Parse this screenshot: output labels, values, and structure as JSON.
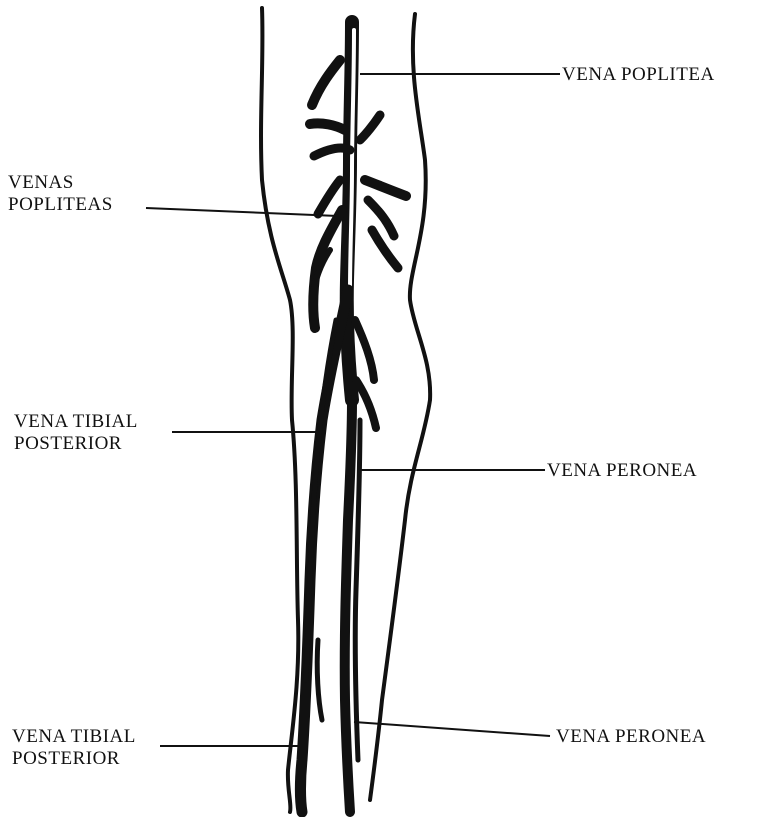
{
  "labels": {
    "vena_poplitea": "VENA POPLITEA",
    "venas_popliteas": [
      "VENAS",
      "POPLITEAS"
    ],
    "tibial_posterior_upper": [
      "VENA TIBIAL",
      "POSTERIOR"
    ],
    "peronea_upper": "VENA PERONEA",
    "tibial_posterior_lower": [
      "VENA TIBIAL",
      "POSTERIOR"
    ],
    "peronea_lower": "VENA PERONEA"
  },
  "colors": {
    "ink": "#111111",
    "background": "#ffffff"
  }
}
